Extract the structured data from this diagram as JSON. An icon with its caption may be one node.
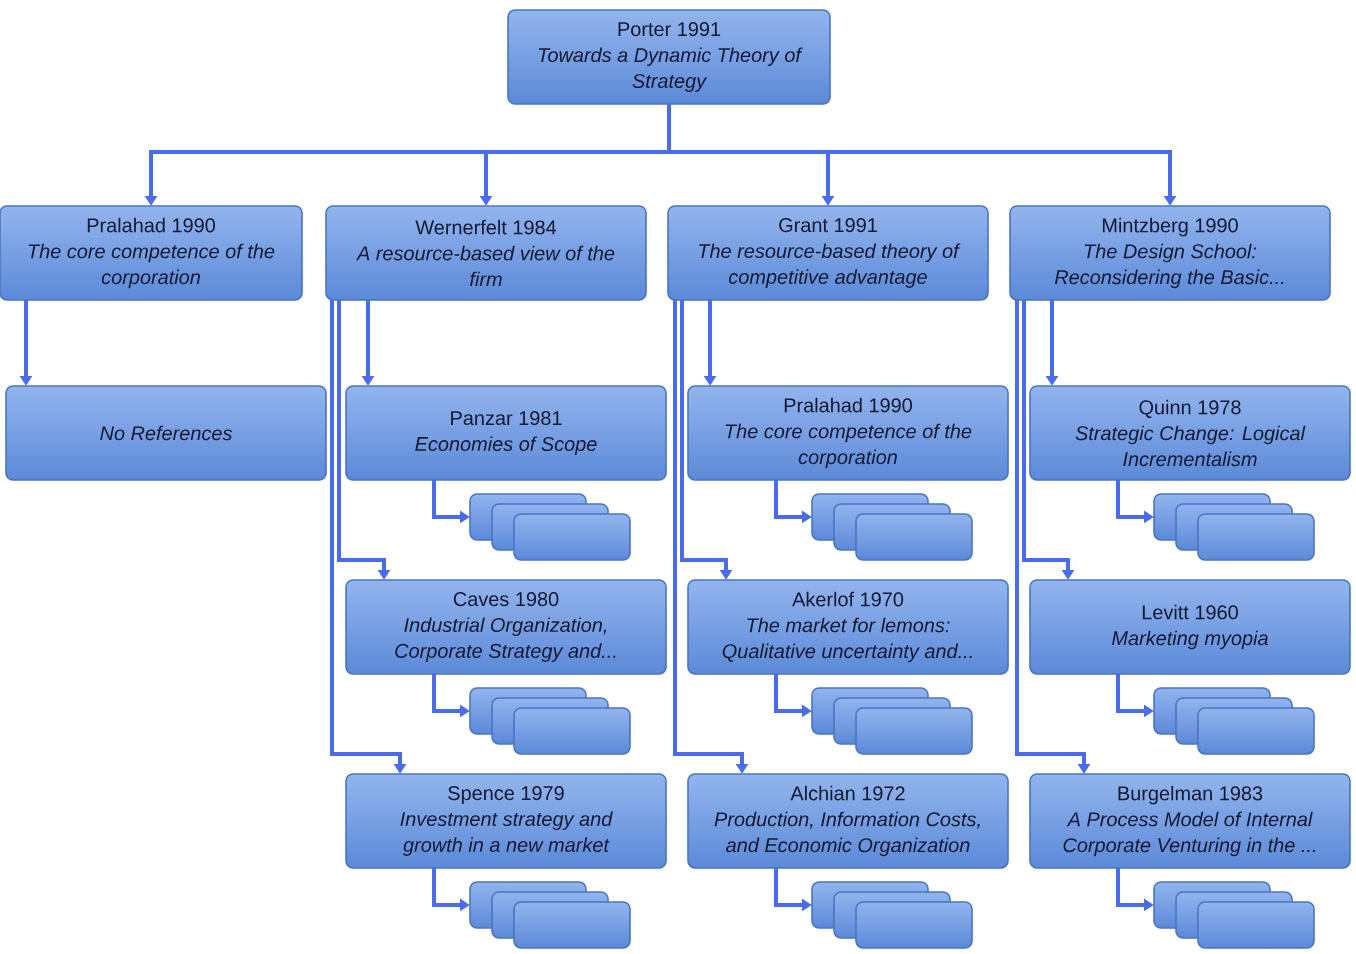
{
  "diagram": {
    "nodes": [
      {
        "text": [
          "Porter 1991",
          "Towards a Dynamic Theory of Strategy"
        ]
      },
      {
        "text": [
          "Pralahad 1990",
          "The core competence of the corporation"
        ]
      },
      {
        "text": [
          "Wernerfelt 1984",
          "A resource-based view of the firm"
        ]
      },
      {
        "text": [
          "Grant 1991",
          "The resource-based theory of competitive advantage"
        ]
      },
      {
        "text": [
          "Mintzberg 1990",
          "The Design School: Reconsidering the Basic..."
        ]
      },
      {
        "text": [
          "No References"
        ]
      },
      {
        "text": [
          "Panzar 1981",
          "Economies of Scope"
        ]
      },
      {
        "text": [
          "Pralahad 1990",
          "The core competence of the corporation"
        ]
      },
      {
        "text": [
          "Quinn 1978",
          "Strategic Change: Logical Incrementalism"
        ]
      },
      {
        "text": [],
        "shape": "box"
      },
      {
        "text": [],
        "shape": "box"
      },
      {
        "text": [],
        "shape": "box"
      },
      {
        "text": [],
        "shape": "box"
      },
      {
        "text": [],
        "shape": "box"
      },
      {
        "text": [],
        "shape": "box"
      },
      {
        "text": [],
        "shape": "box"
      },
      {
        "text": [],
        "shape": "box"
      },
      {
        "text": [],
        "shape": "box"
      },
      {
        "text": [
          "Caves 1980",
          "Industrial Organization, Corporate Strategy and..."
        ]
      },
      {
        "text": [
          "Akerlof 1970",
          "The market for lemons: Qualitative uncertainty and..."
        ]
      },
      {
        "text": [
          "Levitt 1960",
          "Marketing myopia"
        ]
      },
      {
        "text": [],
        "shape": "box"
      },
      {
        "text": [],
        "shape": "box"
      },
      {
        "text": [],
        "shape": "box"
      },
      {
        "text": [],
        "shape": "box"
      },
      {
        "text": [],
        "shape": "box"
      },
      {
        "text": [],
        "shape": "box"
      },
      {
        "text": [],
        "shape": "box"
      },
      {
        "text": [],
        "shape": "box"
      },
      {
        "text": [],
        "shape": "box"
      },
      {
        "text": [
          "Spence 1979",
          "Investment strategy and growth in a new market"
        ]
      },
      {
        "text": [
          "Alchian 1972",
          "Production, Information Costs, and Economic Organization"
        ]
      },
      {
        "text": [
          "Burgelman 1983",
          "A Process Model of Internal Corporate Venturing in the ..."
        ]
      },
      {
        "text": [],
        "shape": "box"
      },
      {
        "text": [],
        "shape": "box"
      },
      {
        "text": [],
        "shape": "box"
      },
      {
        "text": [],
        "shape": "box"
      },
      {
        "text": [],
        "shape": "box"
      },
      {
        "text": [],
        "shape": "box"
      },
      {
        "text": [],
        "shape": "box"
      },
      {
        "text": [],
        "shape": "box"
      },
      {
        "text": [],
        "shape": "box"
      }
    ],
    "edges": [
      {
        "from": 0,
        "to": 1,
        "arrow": "to"
      },
      {
        "from": 0,
        "to": 2,
        "arrow": "to"
      },
      {
        "from": 0,
        "to": 3,
        "arrow": "to"
      },
      {
        "from": 0,
        "to": 4,
        "arrow": "to"
      },
      {
        "from": 1,
        "to": 5,
        "arrow": "to"
      },
      {
        "from": 2,
        "to": 6,
        "arrow": "to"
      },
      {
        "from": 2,
        "to": 18,
        "arrow": "to"
      },
      {
        "from": 2,
        "to": 30,
        "arrow": "to"
      },
      {
        "from": 3,
        "to": 7,
        "arrow": "to"
      },
      {
        "from": 3,
        "to": 19,
        "arrow": "to"
      },
      {
        "from": 3,
        "to": 31,
        "arrow": "to"
      },
      {
        "from": 4,
        "to": 8,
        "arrow": "to"
      },
      {
        "from": 4,
        "to": 20,
        "arrow": "to"
      },
      {
        "from": 4,
        "to": 32,
        "arrow": "to"
      },
      {
        "from": 6,
        "to": 9,
        "arrow": "to"
      },
      {
        "from": 7,
        "to": 12,
        "arrow": "to"
      },
      {
        "from": 8,
        "to": 15,
        "arrow": "to"
      },
      {
        "from": 18,
        "to": 21,
        "arrow": "to"
      },
      {
        "from": 19,
        "to": 24,
        "arrow": "to"
      },
      {
        "from": 20,
        "to": 27,
        "arrow": "to"
      },
      {
        "from": 30,
        "to": 33,
        "arrow": "to"
      },
      {
        "from": 31,
        "to": 36,
        "arrow": "to"
      },
      {
        "from": 32,
        "to": 39,
        "arrow": "to"
      }
    ]
  }
}
